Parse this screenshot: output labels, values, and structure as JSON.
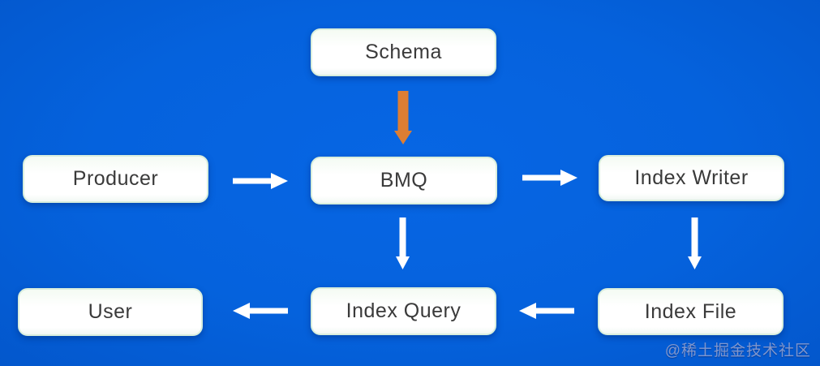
{
  "diagram": {
    "title": "BMQ indexing pipeline diagram",
    "background_color": "#0562DD",
    "colors": {
      "node_fill": "#FFFFFF",
      "node_text": "#3A3A3A",
      "arrow_white": "#FFFFFF",
      "arrow_orange": "#DD7E33",
      "watermark": "#96A5D2"
    },
    "nodes": {
      "schema": {
        "label": "Schema"
      },
      "producer": {
        "label": "Producer"
      },
      "bmq": {
        "label": "BMQ"
      },
      "index_writer": {
        "label": "Index Writer"
      },
      "user": {
        "label": "User"
      },
      "index_query": {
        "label": "Index Query"
      },
      "index_file": {
        "label": "Index File"
      }
    },
    "edges": [
      {
        "from": "Schema",
        "to": "BMQ",
        "direction": "down",
        "color": "orange"
      },
      {
        "from": "Producer",
        "to": "BMQ",
        "direction": "right",
        "color": "white"
      },
      {
        "from": "BMQ",
        "to": "Index Writer",
        "direction": "right",
        "color": "white"
      },
      {
        "from": "BMQ",
        "to": "Index Query",
        "direction": "down",
        "color": "white"
      },
      {
        "from": "Index Writer",
        "to": "Index File",
        "direction": "down",
        "color": "white"
      },
      {
        "from": "Index File",
        "to": "Index Query",
        "direction": "left",
        "color": "white"
      },
      {
        "from": "Index Query",
        "to": "User",
        "direction": "left",
        "color": "white"
      }
    ],
    "watermark": "@稀土掘金技术社区"
  }
}
